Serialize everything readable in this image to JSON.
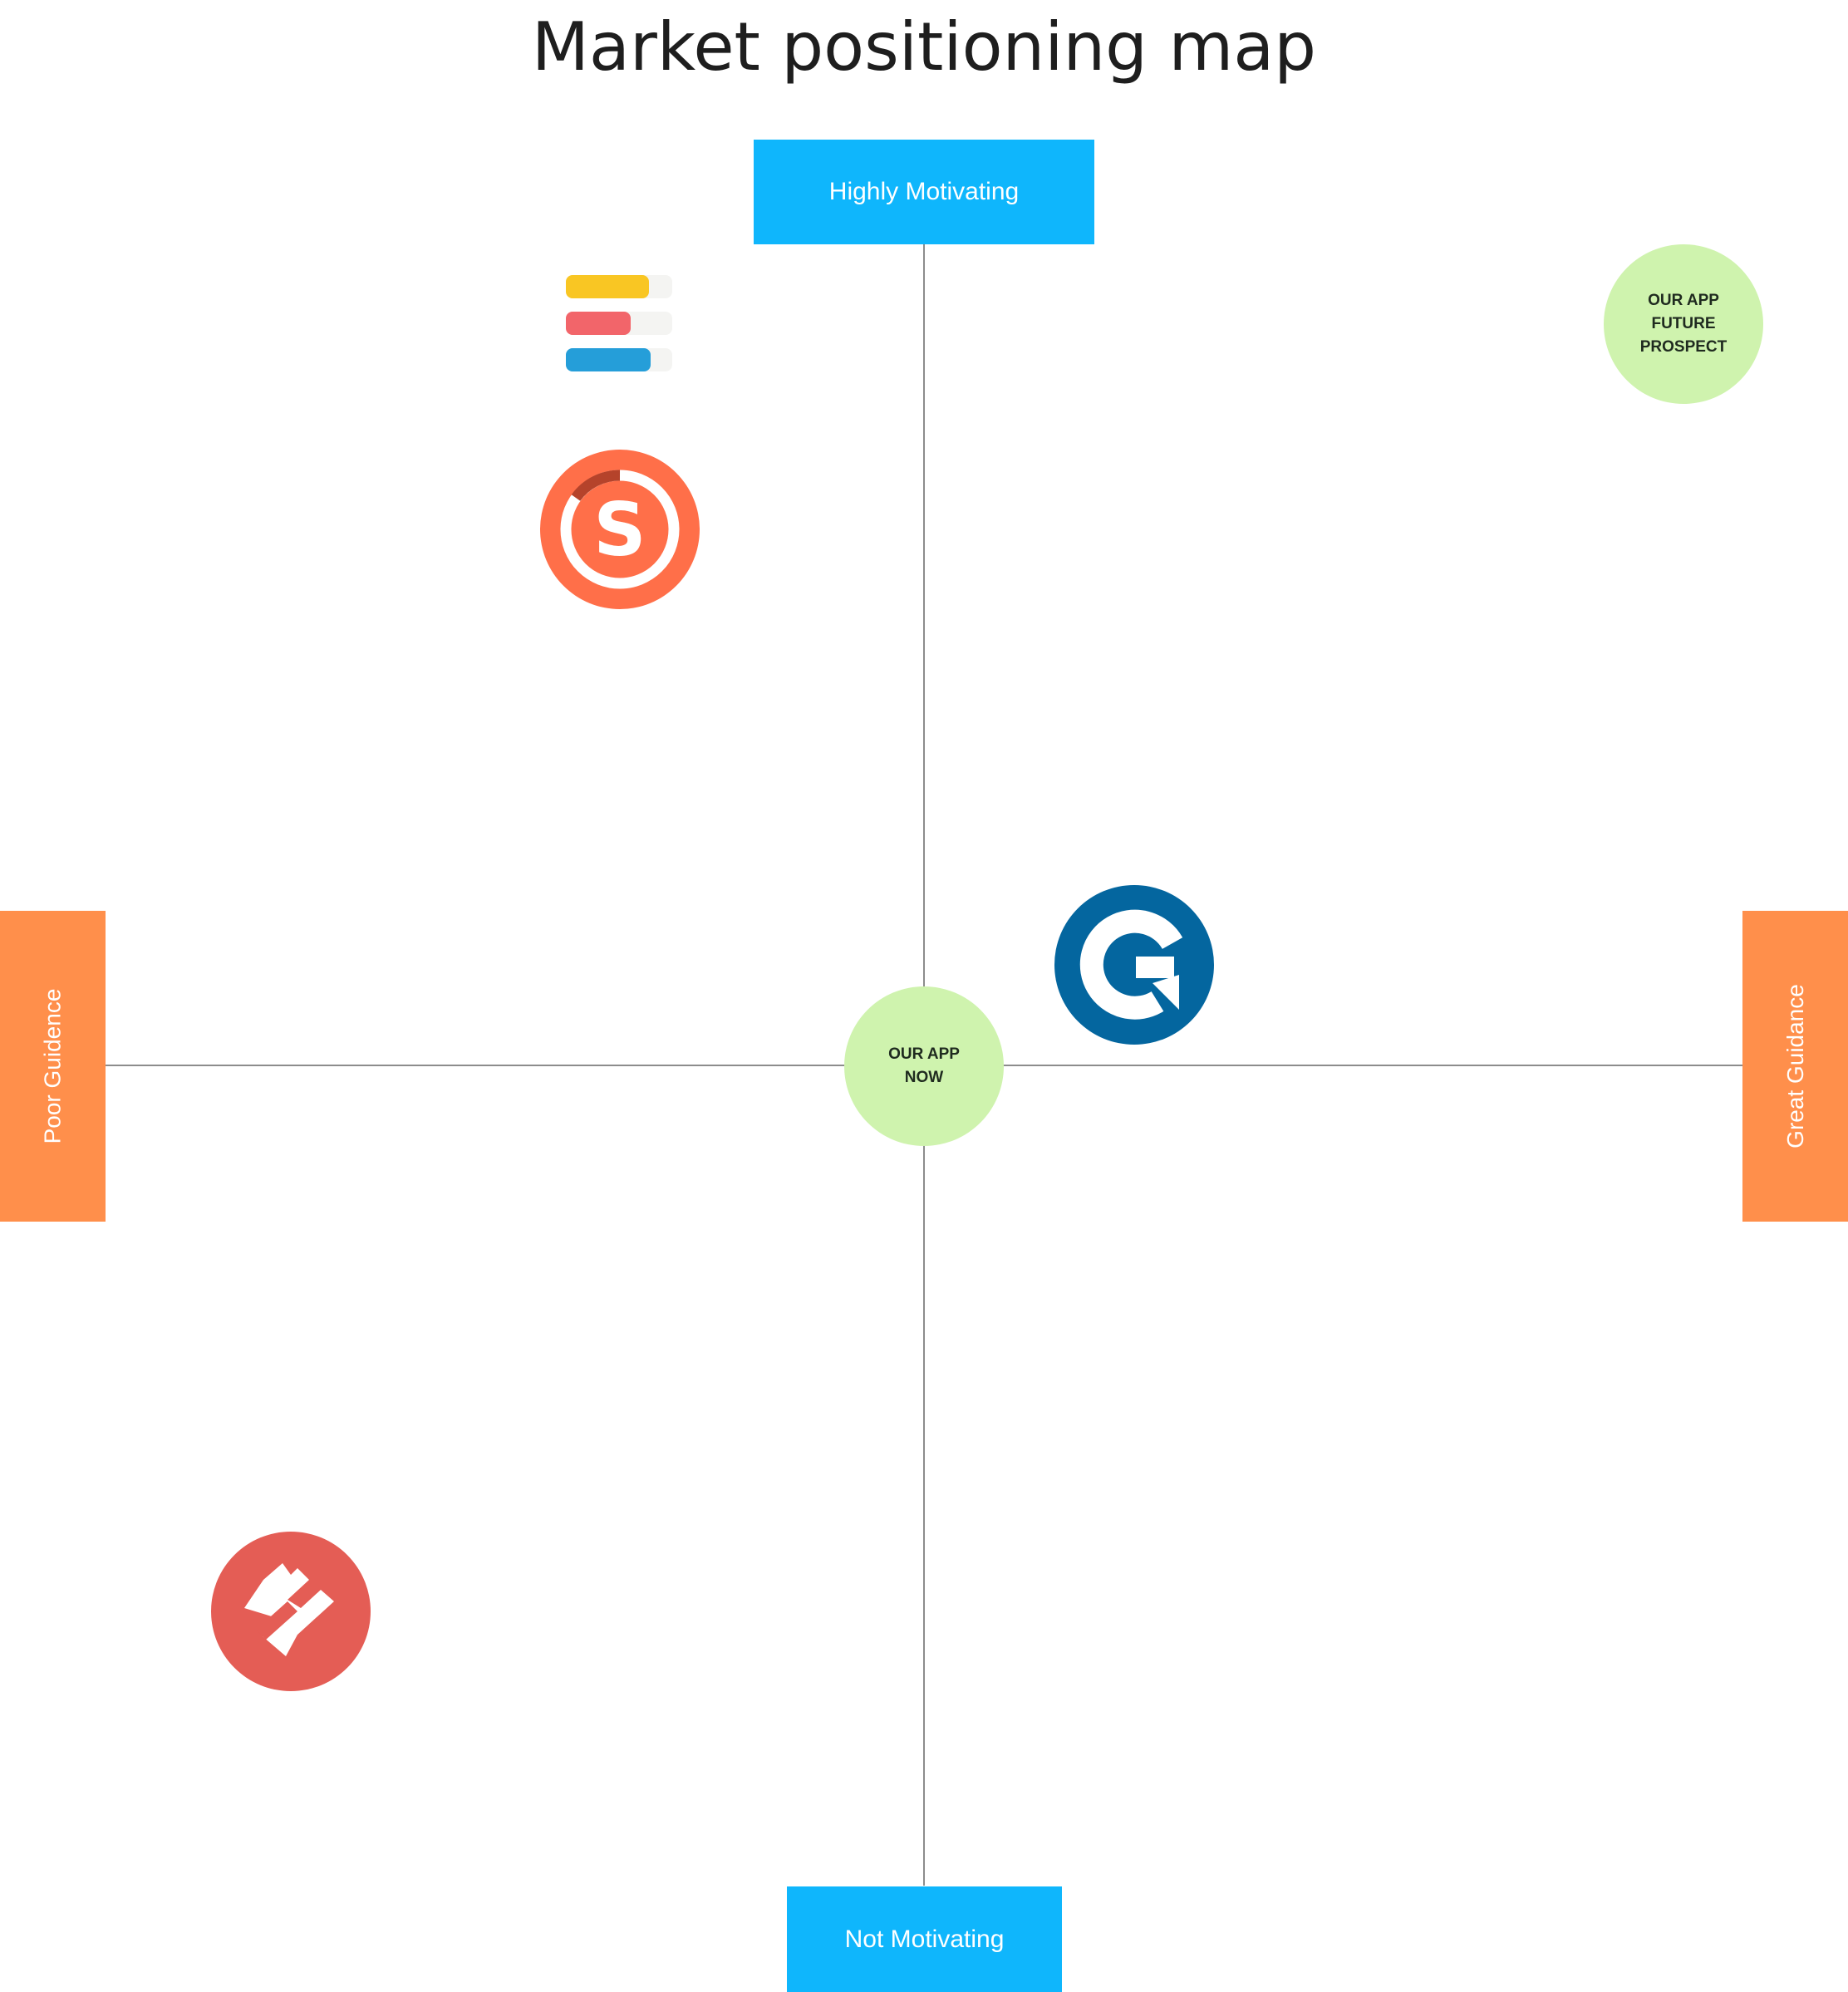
{
  "title": "Market positioning map",
  "axes": {
    "top_label": "Highly Motivating",
    "bottom_label": "Not Motivating",
    "left_label": "Poor Guidence",
    "right_label": "Great Guidance"
  },
  "bubbles": {
    "now": {
      "line1": "OUR APP",
      "line2": "NOW"
    },
    "future": {
      "line1": "OUR APP",
      "line2": "FUTURE",
      "line3": "PROSPECT"
    }
  },
  "competitor_logos": [
    {
      "name": "bars-app-icon",
      "colors": [
        "#f9c623",
        "#f2656a",
        "#259ed9"
      ]
    },
    {
      "name": "s-ring-app-icon",
      "color": "#ff6f49"
    },
    {
      "name": "g-arrow-app-icon",
      "color": "#04669f"
    },
    {
      "name": "tag-app-icon",
      "color": "#e45d55"
    }
  ],
  "colors": {
    "axis_box_blue": "#0fb6fc",
    "axis_box_orange": "#ff8f4b",
    "bubble_green": "#cff3ae",
    "axis_line": "#8c8c8c"
  }
}
